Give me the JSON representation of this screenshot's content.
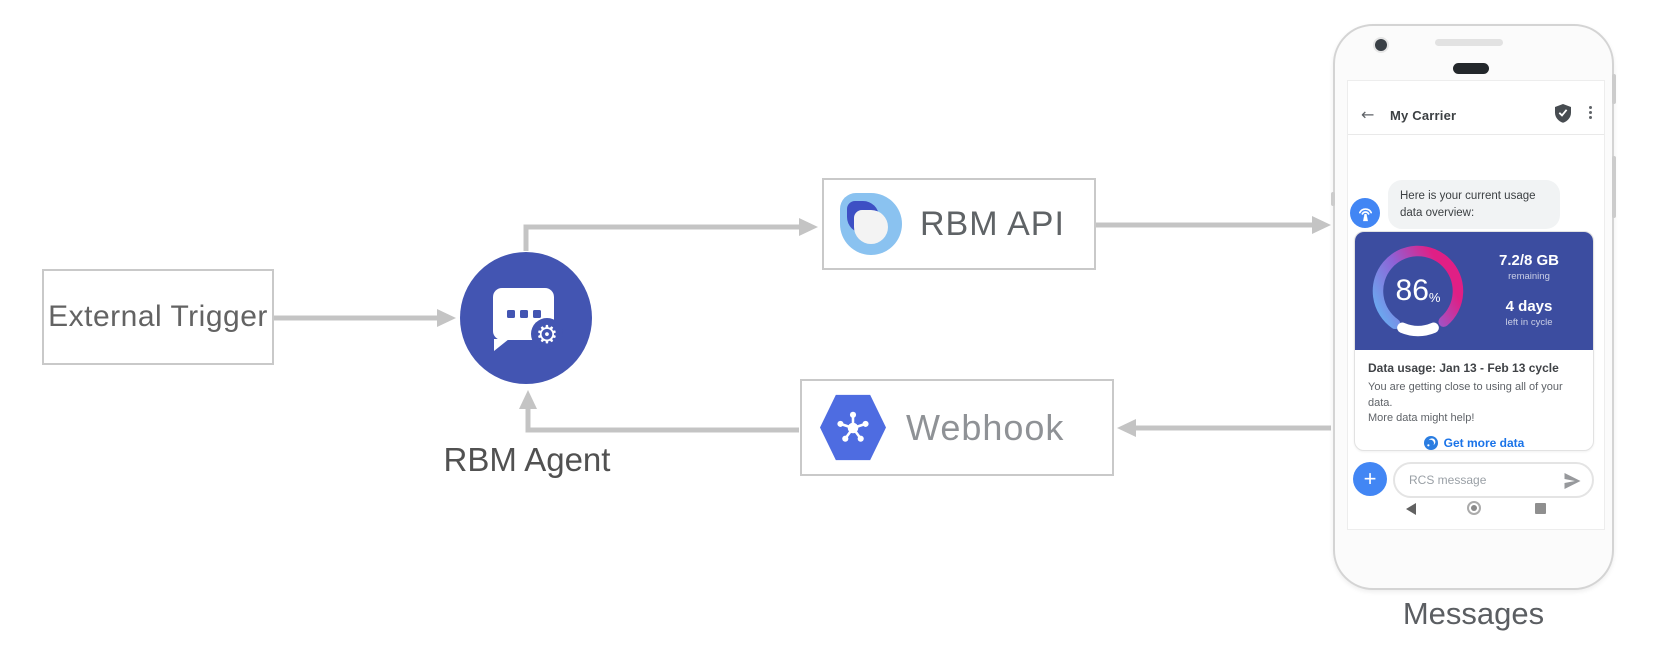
{
  "diagram": {
    "external_trigger": {
      "label": "External Trigger"
    },
    "rbm_agent": {
      "label": "RBM Agent"
    },
    "rbm_api": {
      "label": "RBM API"
    },
    "webhook": {
      "label": "Webhook"
    },
    "phone_caption": "Messages",
    "flow": [
      "External Trigger -> RBM Agent",
      "RBM Agent -> RBM API",
      "RBM API -> Messages phone",
      "Messages phone -> Webhook",
      "Webhook -> RBM Agent"
    ]
  },
  "icons": {
    "back_arrow": "←",
    "gear": "⚙",
    "plus": "+",
    "kebab_menu": "vertical-three-dots",
    "verified_shield": "shield-with-checkmark",
    "agent_avatar": "antenna-broadcast",
    "send": "paper-plane",
    "get_more_data": "globe-suggestion-chip",
    "rbm_api_logo": "layered-teardrop-logo",
    "webhook_logo": "hexagon-hub-network"
  },
  "phone": {
    "app_bar": {
      "title": "My Carrier"
    },
    "chat": {
      "agent_message": "Here is your current usage data overview:"
    },
    "usage_card": {
      "percent_value": "86",
      "percent_symbol": "%",
      "remaining_value": "7.2/8 GB",
      "remaining_label": "remaining",
      "days_value": "4 days",
      "days_label": "left in cycle",
      "title": "Data usage: Jan 13 - Feb 13 cycle",
      "body_line1": "You are getting close to using all of your data.",
      "body_line2": "More data might help!",
      "action_label": "Get more data"
    },
    "composer": {
      "placeholder": "RCS message"
    }
  },
  "colors": {
    "agent_indigo": "#4355b2",
    "card_indigo": "#3c4da0",
    "avatar_blue": "#4286f4",
    "link_blue": "#1a73e8",
    "hexagon_blue": "#4e6ce1",
    "logo_light_blue": "#8ac2f0",
    "logo_dark_blue": "#3d50c4",
    "arrow_gray": "#c4c4c4",
    "box_border_gray": "#c9c9c9",
    "gauge_gradient_start": "#6ca6ee",
    "gauge_gradient_mid": "#8f62d6",
    "gauge_gradient_end": "#e01f85"
  }
}
